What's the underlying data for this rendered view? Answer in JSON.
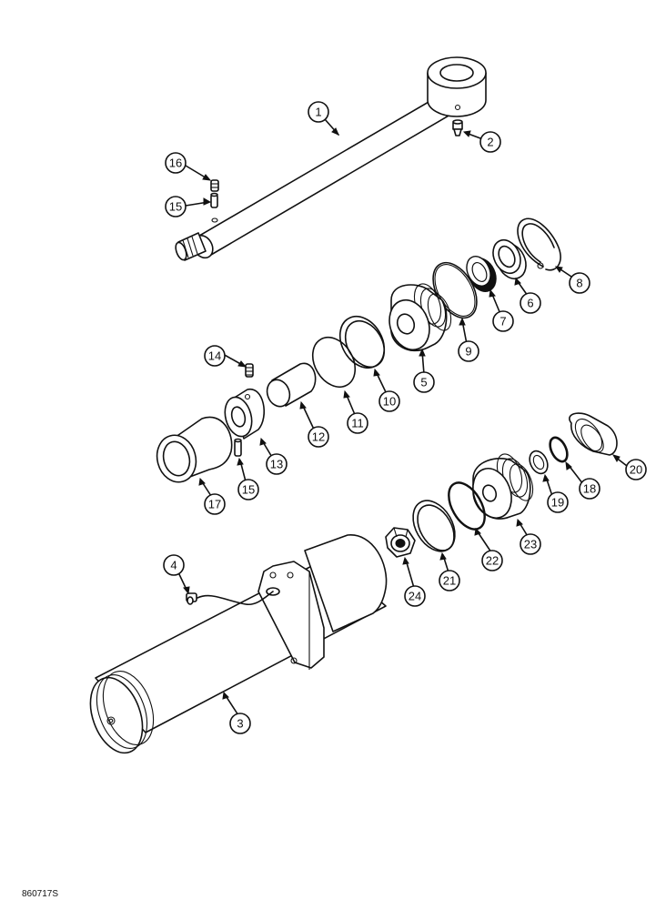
{
  "labels": {
    "p1": "1",
    "p2": "2",
    "p3": "3",
    "p4": "4",
    "p5": "5",
    "p6": "6",
    "p7": "7",
    "p8": "8",
    "p9": "9",
    "p10": "10",
    "p11": "11",
    "p12": "12",
    "p13": "13",
    "p14": "14",
    "p15a": "15",
    "p15b": "15",
    "p16": "16",
    "p17": "17",
    "p18": "18",
    "p19": "19",
    "p20": "20",
    "p21": "21",
    "p22": "22",
    "p23": "23",
    "p24": "24"
  },
  "drawing_code": "860717S"
}
